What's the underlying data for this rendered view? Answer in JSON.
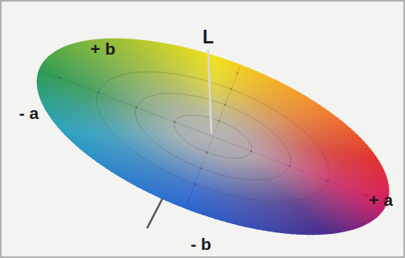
{
  "diagram": {
    "labels": [
      "+ b",
      "L",
      "- a",
      "+ a",
      "- b"
    ]
  }
}
